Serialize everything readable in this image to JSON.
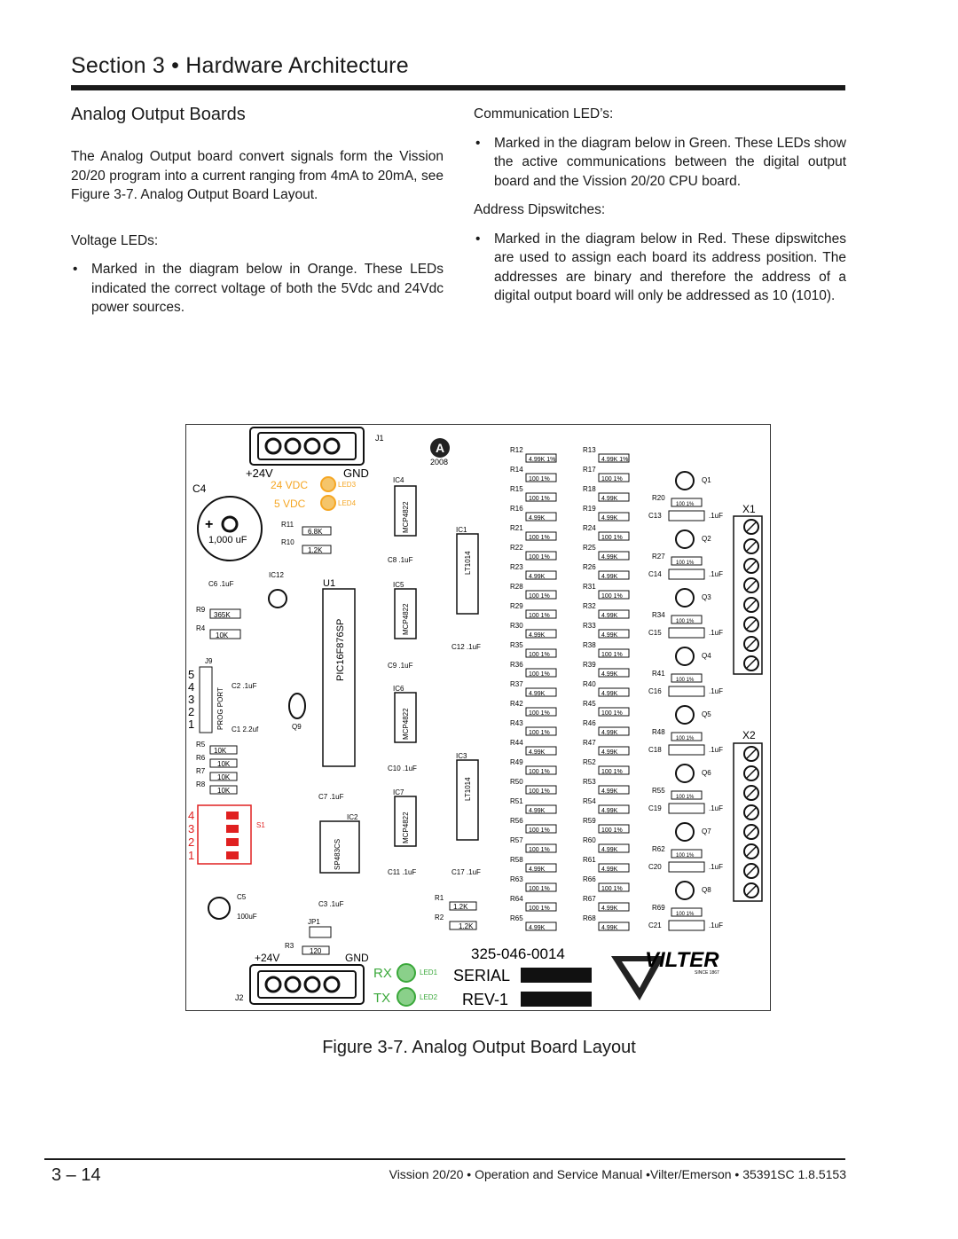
{
  "header": {
    "title": "Section 3 • Hardware Architecture"
  },
  "section": {
    "title": "Analog Output Boards"
  },
  "left": {
    "intro": "The Analog Output board convert signals form the Vission 20/20 program into a current ranging from 4mA to 20mA, see Figure 3-7. Analog Output Board Layout.",
    "voltage_label": "Voltage LEDs:",
    "voltage_bullet": "Marked in the diagram below in Orange. These LEDs indicated the correct voltage of both the 5Vdc and 24Vdc power sources."
  },
  "right": {
    "comm_label": "Communication LED’s:",
    "comm_bullet": "Marked in the diagram below in Green. These LEDs show the active communications between the digital output board and the Vission 20/20 CPU board.",
    "dip_label": "Address Dipswitches:",
    "dip_bullet": "Marked in the diagram below in Red. These dipswitches are used to assign each board its address position. The addresses are binary and therefore the address of a digital output board will only be addressed as 10 (1010)."
  },
  "board": {
    "j1": "J1",
    "j2": "J2",
    "year": "2008",
    "plus24v": "+24V",
    "gnd": "GND",
    "plus24v_b": "+24V",
    "gnd_b": "GND",
    "v24": "24 VDC",
    "v5": "5 VDC",
    "led3": "LED3",
    "led4": "LED4",
    "c4": "C4",
    "c4_val": "1,000 uF",
    "rx": "RX",
    "tx": "TX",
    "led1": "LED1",
    "led2": "LED2",
    "part": "325-046-0014",
    "serial": "SERIAL",
    "rev": "REV-1",
    "vilter": "VILTER",
    "since": "SINCE 1867",
    "ic4": "IC4",
    "ic5": "IC5",
    "ic6": "IC6",
    "ic7": "IC7",
    "ic1": "IC1",
    "ic3": "IC3",
    "ic12": "IC12",
    "ic2": "IC2",
    "mcp": "MCP4822",
    "lt": "LT1014",
    "pic": "PIC16F876SP",
    "u1": "U1",
    "sp": "SP483CS",
    "x1": "X1",
    "x2": "X2",
    "s1": "S1",
    "j9": "J9",
    "prog": "PROG PORT",
    "jp1": "JP1",
    "c5": "C5",
    "c5_val": "100uF",
    "q9": "Q9",
    "r11": "R11",
    "r11v": "6.8K",
    "r10": "R10",
    "r10v": "1.2K",
    "r9": "R9",
    "r9v": "365K",
    "r4": "R4",
    "r4v": "10K",
    "r5": "R5",
    "r6": "R6",
    "r7": "R7",
    "r8": "R8",
    "r10k": "10K",
    "r1": "R1",
    "r1v": "1.2K",
    "r2": "R2",
    "r2v": "1.2K",
    "r3": "R3",
    "r3v": "120",
    "c6": "C6  .1uF",
    "c2": "C2   .1uF",
    "c1": "C1   2.2uf",
    "c7": "C7   .1uF",
    "c8": "C8   .1uF",
    "c9": "C9   .1uF",
    "c10": "C10  .1uF",
    "c11": "C11  .1uF",
    "c12": "C12  .1uF",
    "c17": "C17  .1uF",
    "c3": "C3   .1uF",
    "dip_nums": [
      "4",
      "3",
      "2",
      "1"
    ],
    "pin_nums": [
      "5",
      "4",
      "3",
      "2",
      "1"
    ],
    "col1": [
      {
        "r": "R12",
        "v": "4.99K 1%"
      },
      {
        "r": "R14",
        "v": "100 1%"
      },
      {
        "r": "R15",
        "v": "100 1%"
      },
      {
        "r": "R16",
        "v": "4.99K"
      },
      {
        "r": "R21",
        "v": "100 1%"
      },
      {
        "r": "R22",
        "v": "100 1%"
      },
      {
        "r": "R23",
        "v": "4.99K"
      },
      {
        "r": "R28",
        "v": "100 1%"
      },
      {
        "r": "R29",
        "v": "100 1%"
      },
      {
        "r": "R30",
        "v": "4.99K"
      },
      {
        "r": "R35",
        "v": "100 1%"
      },
      {
        "r": "R36",
        "v": "100 1%"
      },
      {
        "r": "R37",
        "v": "4.99K"
      },
      {
        "r": "R42",
        "v": "100 1%"
      },
      {
        "r": "R43",
        "v": "100 1%"
      },
      {
        "r": "R44",
        "v": "4.99K"
      },
      {
        "r": "R49",
        "v": "100 1%"
      },
      {
        "r": "R50",
        "v": "100 1%"
      },
      {
        "r": "R51",
        "v": "4.99K"
      },
      {
        "r": "R56",
        "v": "100 1%"
      },
      {
        "r": "R57",
        "v": "100 1%"
      },
      {
        "r": "R58",
        "v": "4.99K"
      },
      {
        "r": "R63",
        "v": "100 1%"
      },
      {
        "r": "R64",
        "v": "100 1%"
      },
      {
        "r": "R65",
        "v": "4.99K"
      }
    ],
    "col2": [
      {
        "r": "R13",
        "v": "4.99K 1%"
      },
      {
        "r": "R17",
        "v": "100 1%"
      },
      {
        "r": "R18",
        "v": "4.99K"
      },
      {
        "r": "R19",
        "v": "4.99K"
      },
      {
        "r": "R24",
        "v": "100 1%"
      },
      {
        "r": "R25",
        "v": "4.99K"
      },
      {
        "r": "R26",
        "v": "4.99K"
      },
      {
        "r": "R31",
        "v": "100 1%"
      },
      {
        "r": "R32",
        "v": "4.99K"
      },
      {
        "r": "R33",
        "v": "4.99K"
      },
      {
        "r": "R38",
        "v": "100 1%"
      },
      {
        "r": "R39",
        "v": "4.99K"
      },
      {
        "r": "R40",
        "v": "4.99K"
      },
      {
        "r": "R45",
        "v": "100 1%"
      },
      {
        "r": "R46",
        "v": "4.99K"
      },
      {
        "r": "R47",
        "v": "4.99K"
      },
      {
        "r": "R52",
        "v": "100 1%"
      },
      {
        "r": "R53",
        "v": "4.99K"
      },
      {
        "r": "R54",
        "v": "4.99K"
      },
      {
        "r": "R59",
        "v": "100 1%"
      },
      {
        "r": "R60",
        "v": "4.99K"
      },
      {
        "r": "R61",
        "v": "4.99K"
      },
      {
        "r": "R66",
        "v": "100 1%"
      },
      {
        "r": "R67",
        "v": "4.99K"
      },
      {
        "r": "R68",
        "v": "4.99K"
      }
    ],
    "col3": [
      {
        "q": "Q1",
        "r": "R20",
        "c": "C13"
      },
      {
        "q": "Q2",
        "r": "R27",
        "c": "C14"
      },
      {
        "q": "Q3",
        "r": "R34",
        "c": "C15"
      },
      {
        "q": "Q4",
        "r": "R41",
        "c": "C16"
      },
      {
        "q": "Q5",
        "r": "R48",
        "c": "C18"
      },
      {
        "q": "Q6",
        "r": "R55",
        "c": "C19"
      },
      {
        "q": "Q7",
        "r": "R62",
        "c": "C20"
      },
      {
        "q": "Q8",
        "r": "R69",
        "c": "C21"
      }
    ],
    "col3_rv": "100 1%",
    "col3_cv": ".1uF"
  },
  "caption": "Figure 3-7. Analog Output Board Layout",
  "footer": {
    "page": "3 – 14",
    "text": "Vission 20/20 • Operation and Service Manual •Vilter/Emerson • 35391SC 1.8.5153"
  },
  "colors": {
    "voltage_leds": "#f5a623",
    "comm_leds": "#3aa83a",
    "dipswitch": "#e02020",
    "ink": "#1a1a1a"
  }
}
